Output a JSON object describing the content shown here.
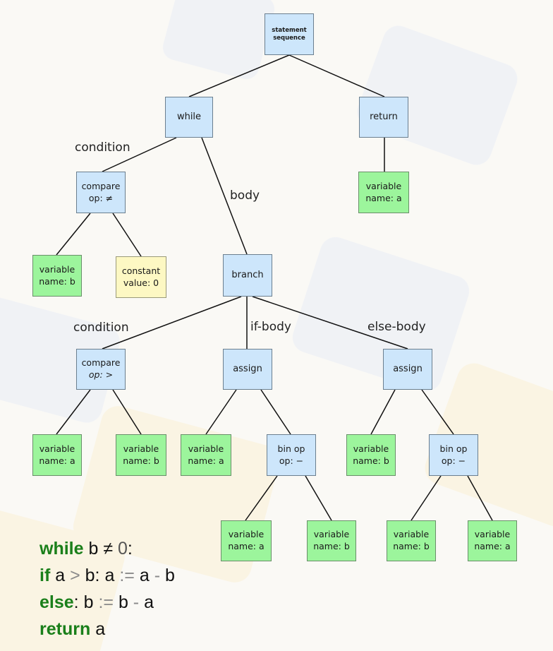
{
  "nodes": {
    "root": {
      "lines": [
        "statement",
        "sequence"
      ]
    },
    "while": {
      "lines": [
        "while"
      ]
    },
    "return": {
      "lines": [
        "return"
      ]
    },
    "compare1": {
      "lines": [
        "compare",
        "op: ≠"
      ]
    },
    "var_ret_a": {
      "lines": [
        "variable",
        "name: a"
      ]
    },
    "var_b1": {
      "lines": [
        "variable",
        "name: b"
      ]
    },
    "const0": {
      "lines": [
        "constant",
        "value: 0"
      ]
    },
    "branch": {
      "lines": [
        "branch"
      ]
    },
    "compare2": {
      "lines": [
        "compare",
        "op: >"
      ]
    },
    "assign1": {
      "lines": [
        "assign"
      ]
    },
    "assign2": {
      "lines": [
        "assign"
      ]
    },
    "var_a2": {
      "lines": [
        "variable",
        "name: a"
      ]
    },
    "var_b2": {
      "lines": [
        "variable",
        "name: b"
      ]
    },
    "var_a3": {
      "lines": [
        "variable",
        "name: a"
      ]
    },
    "binop1": {
      "lines": [
        "bin op",
        "op: −"
      ]
    },
    "var_b3": {
      "lines": [
        "variable",
        "name: b"
      ]
    },
    "binop2": {
      "lines": [
        "bin op",
        "op: −"
      ]
    },
    "var_a4": {
      "lines": [
        "variable",
        "name: a"
      ]
    },
    "var_b4": {
      "lines": [
        "variable",
        "name: b"
      ]
    },
    "var_b5": {
      "lines": [
        "variable",
        "name: b"
      ]
    },
    "var_a5": {
      "lines": [
        "variable",
        "name: a"
      ]
    }
  },
  "edge_labels": {
    "condition1": "condition",
    "body": "body",
    "condition2": "condition",
    "if_body": "if-body",
    "else_body": "else-body"
  },
  "code": {
    "line1": {
      "kw": "while",
      "a": "b",
      "op": "≠",
      "num": "0",
      "end": ":"
    },
    "line2": {
      "kw": "if",
      "a": "a",
      "op1": ">",
      "b": "b:",
      "c": "a",
      "op2": ":=",
      "d": "a",
      "op3": "-",
      "e": "b"
    },
    "line3": {
      "kw": "else",
      "colon": ":",
      "a": "b",
      "op1": ":=",
      "b": "b",
      "op2": "-",
      "c": "a"
    },
    "line4": {
      "kw": "return",
      "a": "a"
    }
  },
  "colors": {
    "internal_node": "#cde6fb",
    "variable_node": "#9cf59c",
    "constant_node": "#fdf8c3",
    "keyword": "#1a7f1a"
  }
}
